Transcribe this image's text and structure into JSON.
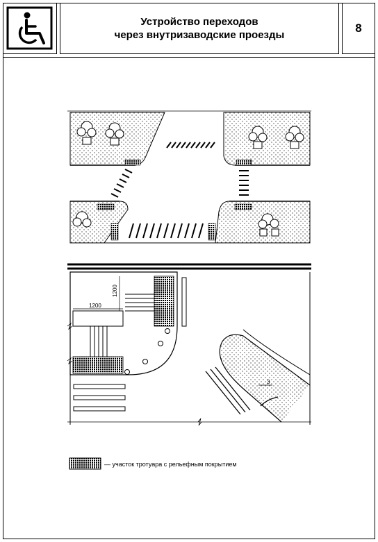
{
  "header": {
    "title_line1": "Устройство переходов",
    "title_line2": "через внутризаводские проезды",
    "sheet_number": "8"
  },
  "icons": {
    "logo": "wheelchair-accessibility-icon"
  },
  "dimensions": {
    "height_label": "1200",
    "width_label": "1200",
    "index_label": "3"
  },
  "legend": {
    "text": "— участок тротуара с рельефным покрытием"
  }
}
